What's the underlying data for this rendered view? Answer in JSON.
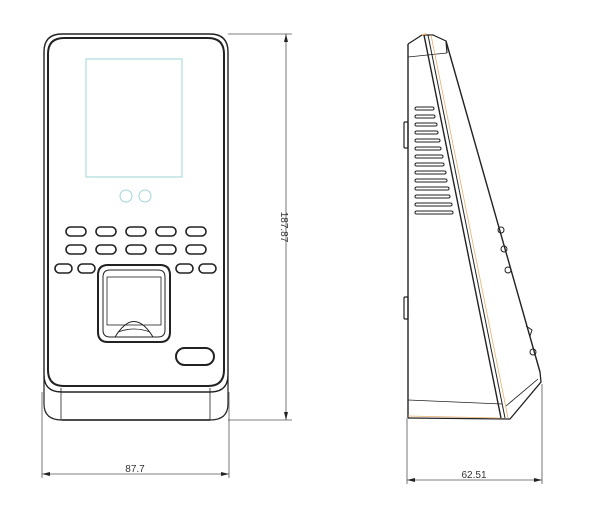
{
  "diagram": {
    "type": "technical-dimension-drawing",
    "subject": "face and fingerprint access control terminal",
    "views": [
      {
        "name": "front-view",
        "dimensions": {
          "height": "187.87",
          "width": "87.7"
        }
      },
      {
        "name": "side-view",
        "dimensions": {
          "depth": "62.51"
        }
      }
    ]
  },
  "front_view": {
    "height_label": "187.87",
    "width_label": "87.7",
    "keypad": {
      "rows": 3,
      "row1_keys": 5,
      "row2_keys": 5,
      "row3_keys": 4
    },
    "camera_lenses": 2
  },
  "side_view": {
    "depth_label": "62.51",
    "vent_slots": 14
  },
  "colors": {
    "line": "#222222",
    "dimension_line": "#555555",
    "screen_outline": "#9fd6d6",
    "accent_edge": "#e8b070"
  }
}
